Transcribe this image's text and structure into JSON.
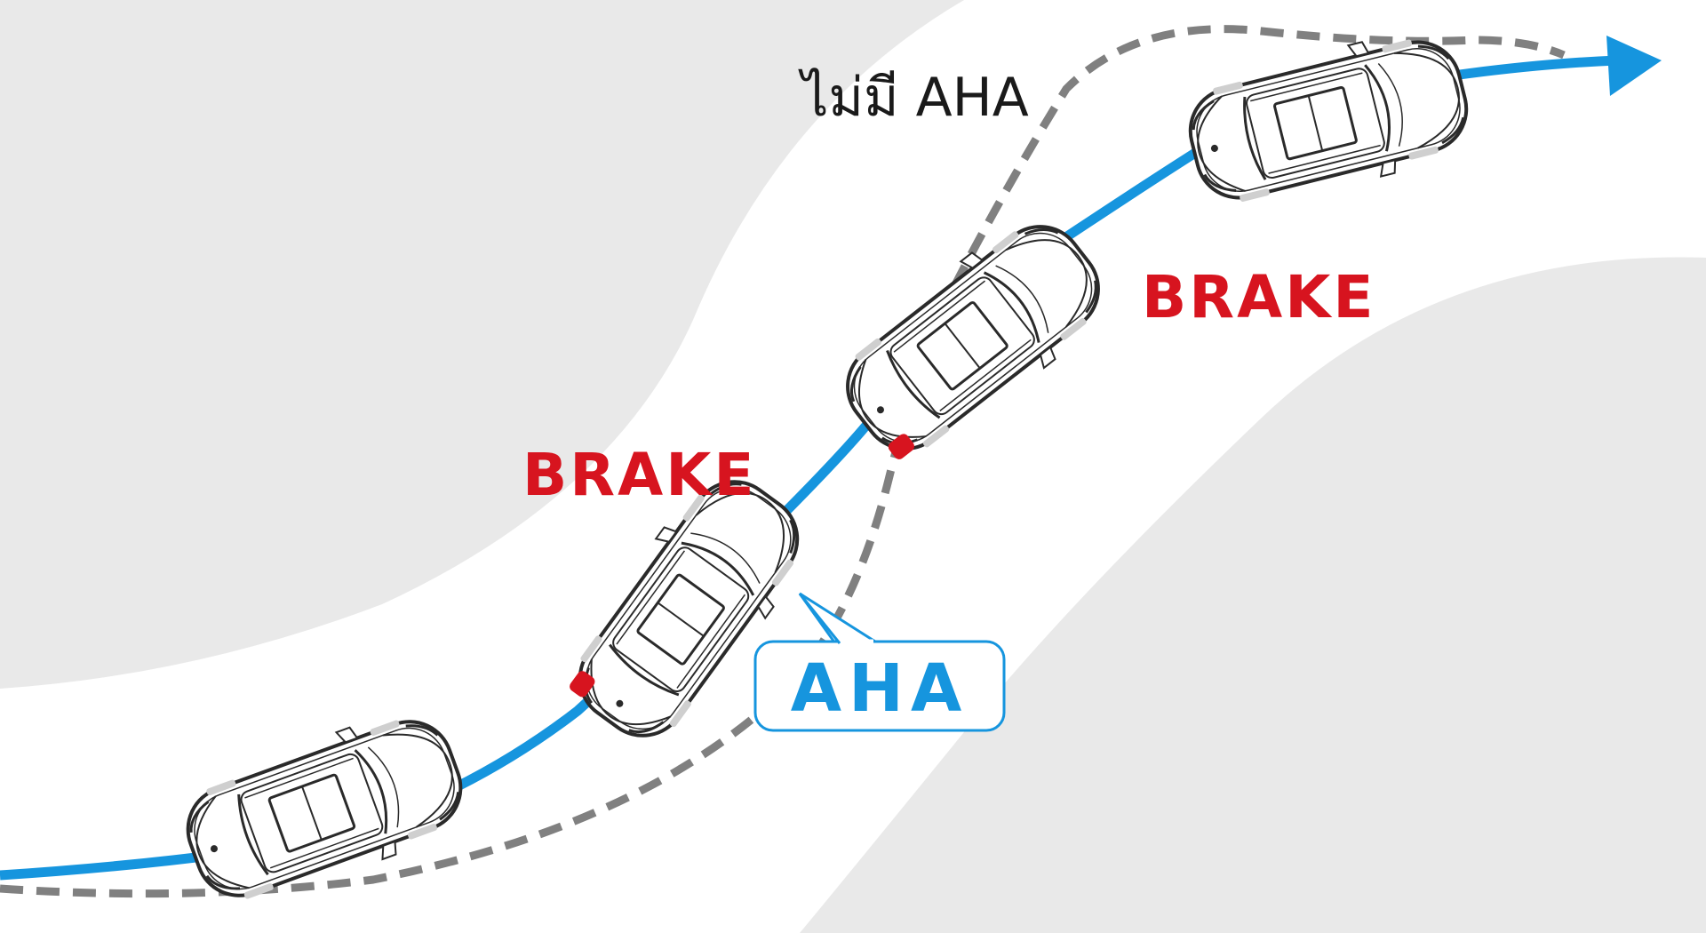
{
  "labels": {
    "without_aha": "ไม่มี AHA",
    "brake_1": "BRAKE",
    "brake_2": "BRAKE",
    "aha_callout": "AHA"
  },
  "colors": {
    "road_shoulder": "#e9e9e9",
    "road": "#ffffff",
    "aha_path": "#1695de",
    "no_aha_path": "#808080",
    "brake_text": "#d7141f",
    "brake_light": "#d7141f",
    "car_outline": "#2a2a2a"
  },
  "icons": {
    "car": "car-top-view-icon",
    "arrow": "arrow-head-icon"
  }
}
